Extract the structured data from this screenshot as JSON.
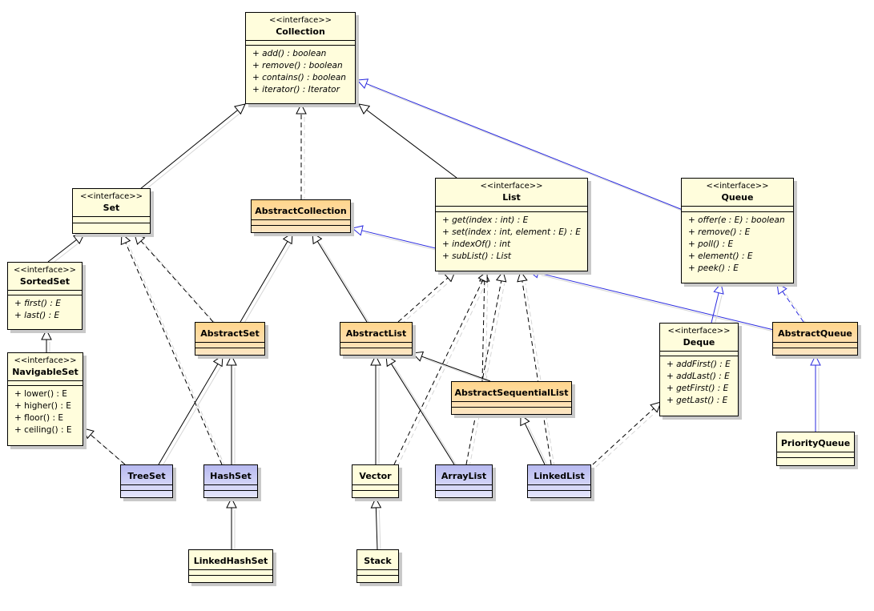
{
  "classes": {
    "collection": {
      "stereotype": "<<interface>>",
      "name": "Collection",
      "ops": [
        "+ add() : boolean",
        "+ remove() : boolean",
        "+ contains() : boolean",
        "+ iterator() : Iterator"
      ]
    },
    "set": {
      "stereotype": "<<interface>>",
      "name": "Set"
    },
    "abstract_collection": {
      "name": "AbstractCollection"
    },
    "list": {
      "stereotype": "<<interface>>",
      "name": "List",
      "ops": [
        "+ get(index : int) : E",
        "+ set(index : int, element : E) : E",
        "+ indexOf() : int",
        "+ subList() : List"
      ]
    },
    "queue": {
      "stereotype": "<<interface>>",
      "name": "Queue",
      "ops": [
        "+ offer(e : E) : boolean",
        "+ remove() : E",
        "+ poll() : E",
        "+ element() : E",
        "+ peek() : E"
      ]
    },
    "sorted_set": {
      "stereotype": "<<interface>>",
      "name": "SortedSet",
      "ops": [
        "+ first() : E",
        "+ last() : E"
      ]
    },
    "navigable_set": {
      "stereotype": "<<interface>>",
      "name": "NavigableSet",
      "ops": [
        "+ lower() : E",
        "+ higher() : E",
        "+ floor() : E",
        "+ ceiling() : E"
      ]
    },
    "abstract_set": {
      "name": "AbstractSet"
    },
    "abstract_list": {
      "name": "AbstractList"
    },
    "abstract_sequential_list": {
      "name": "AbstractSequentialList"
    },
    "deque": {
      "stereotype": "<<interface>>",
      "name": "Deque",
      "ops": [
        "+ addFirst() : E",
        "+ addLast() : E",
        "+ getFirst() : E",
        "+ getLast() : E"
      ]
    },
    "abstract_queue": {
      "name": "AbstractQueue"
    },
    "priority_queue": {
      "name": "PriorityQueue"
    },
    "tree_set": {
      "name": "TreeSet"
    },
    "hash_set": {
      "name": "HashSet"
    },
    "vector": {
      "name": "Vector"
    },
    "array_list": {
      "name": "ArrayList"
    },
    "linked_list": {
      "name": "LinkedList"
    },
    "linked_hash_set": {
      "name": "LinkedHashSet"
    },
    "stack": {
      "name": "Stack"
    }
  },
  "colors": {
    "line": "#000000",
    "queue_line": "#2a2adf",
    "shadow": "#c9c9c9"
  }
}
